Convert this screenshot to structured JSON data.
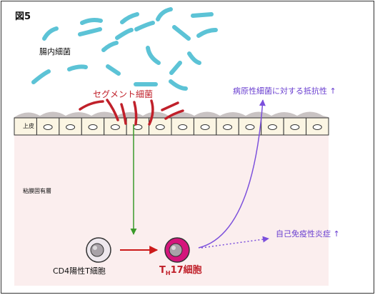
{
  "figure_label": "図5",
  "labels": {
    "gut_bacteria": "腸内細菌",
    "segmented_bacteria": "セグメント細菌",
    "epithelium": "上皮",
    "lamina_propria": "粘膜固有層",
    "pathogen_resistance": "病原性細菌に対する抵抗性 ↑",
    "autoimmune_inflammation": "自己免疫性炎症 ↑",
    "cd4_t_cell": "CD4陽性T細胞",
    "th17_prefix": "T",
    "th17_sub": "H",
    "th17_suffix": "17細胞"
  },
  "colors": {
    "bacteria": "#5cc3d6",
    "segmented_bacteria": "#c0202a",
    "lamina_bg": "#fbeeee",
    "epithelium_cell": "#fbf5e3",
    "mucus": "#c9c3c3",
    "green_arrow": "#3a9a2a",
    "red_arrow": "#cc1a1a",
    "purple_arrow": "#7b4fdc",
    "th17_cell": "#d4157c",
    "cd4_cell": "#eee8ee"
  }
}
